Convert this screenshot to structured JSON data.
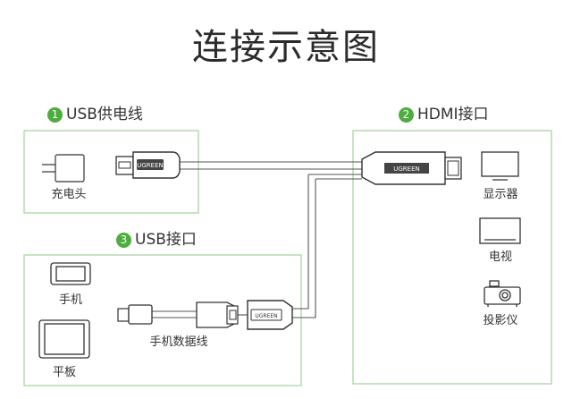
{
  "title": "连接示意图",
  "sections": {
    "usb_power": {
      "number": "1",
      "label": "USB供电线"
    },
    "hdmi_port": {
      "number": "2",
      "label": "HDMI接口"
    },
    "usb_port": {
      "number": "3",
      "label": "USB接口"
    }
  },
  "devices": {
    "charger": "充电头",
    "display": "显示器",
    "tv": "电视",
    "projector": "投影仪",
    "phone": "手机",
    "tablet": "平板",
    "phone_cable": "手机数据线"
  },
  "brand_text": "UGREEN",
  "colors": {
    "accent_green": "#4cae3c",
    "panel_border": "#a8d6a0",
    "cable_gray": "#555555"
  }
}
